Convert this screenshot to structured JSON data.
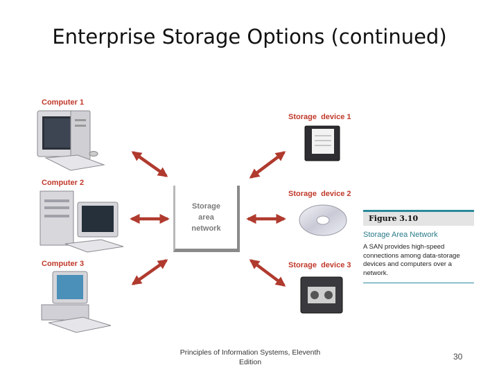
{
  "slide": {
    "title": "Enterprise Storage Options (continued)",
    "footer": "Principles of Information Systems, Eleventh Edition",
    "page_number": "30"
  },
  "diagram": {
    "computers": [
      "Computer 1",
      "Computer 2",
      "Computer 3"
    ],
    "storage_devices": [
      "Storage  device 1",
      "Storage  device 2",
      "Storage  device 3"
    ],
    "center_lines": [
      "Storage",
      "area",
      "network"
    ],
    "colors": {
      "label": "#c0392b",
      "arrow": "#b03a2e",
      "accent": "#2a8a9a"
    },
    "icons": [
      "desktop-computer-icon",
      "tower-computer-icon",
      "workstation-computer-icon",
      "floppy-disk-icon",
      "optical-disc-icon",
      "tape-cartridge-icon"
    ]
  },
  "figure": {
    "tag": "Figure 3.10",
    "title": "Storage Area Network",
    "text": "A SAN provides high-speed connections among data-storage devices and computers over a network."
  }
}
